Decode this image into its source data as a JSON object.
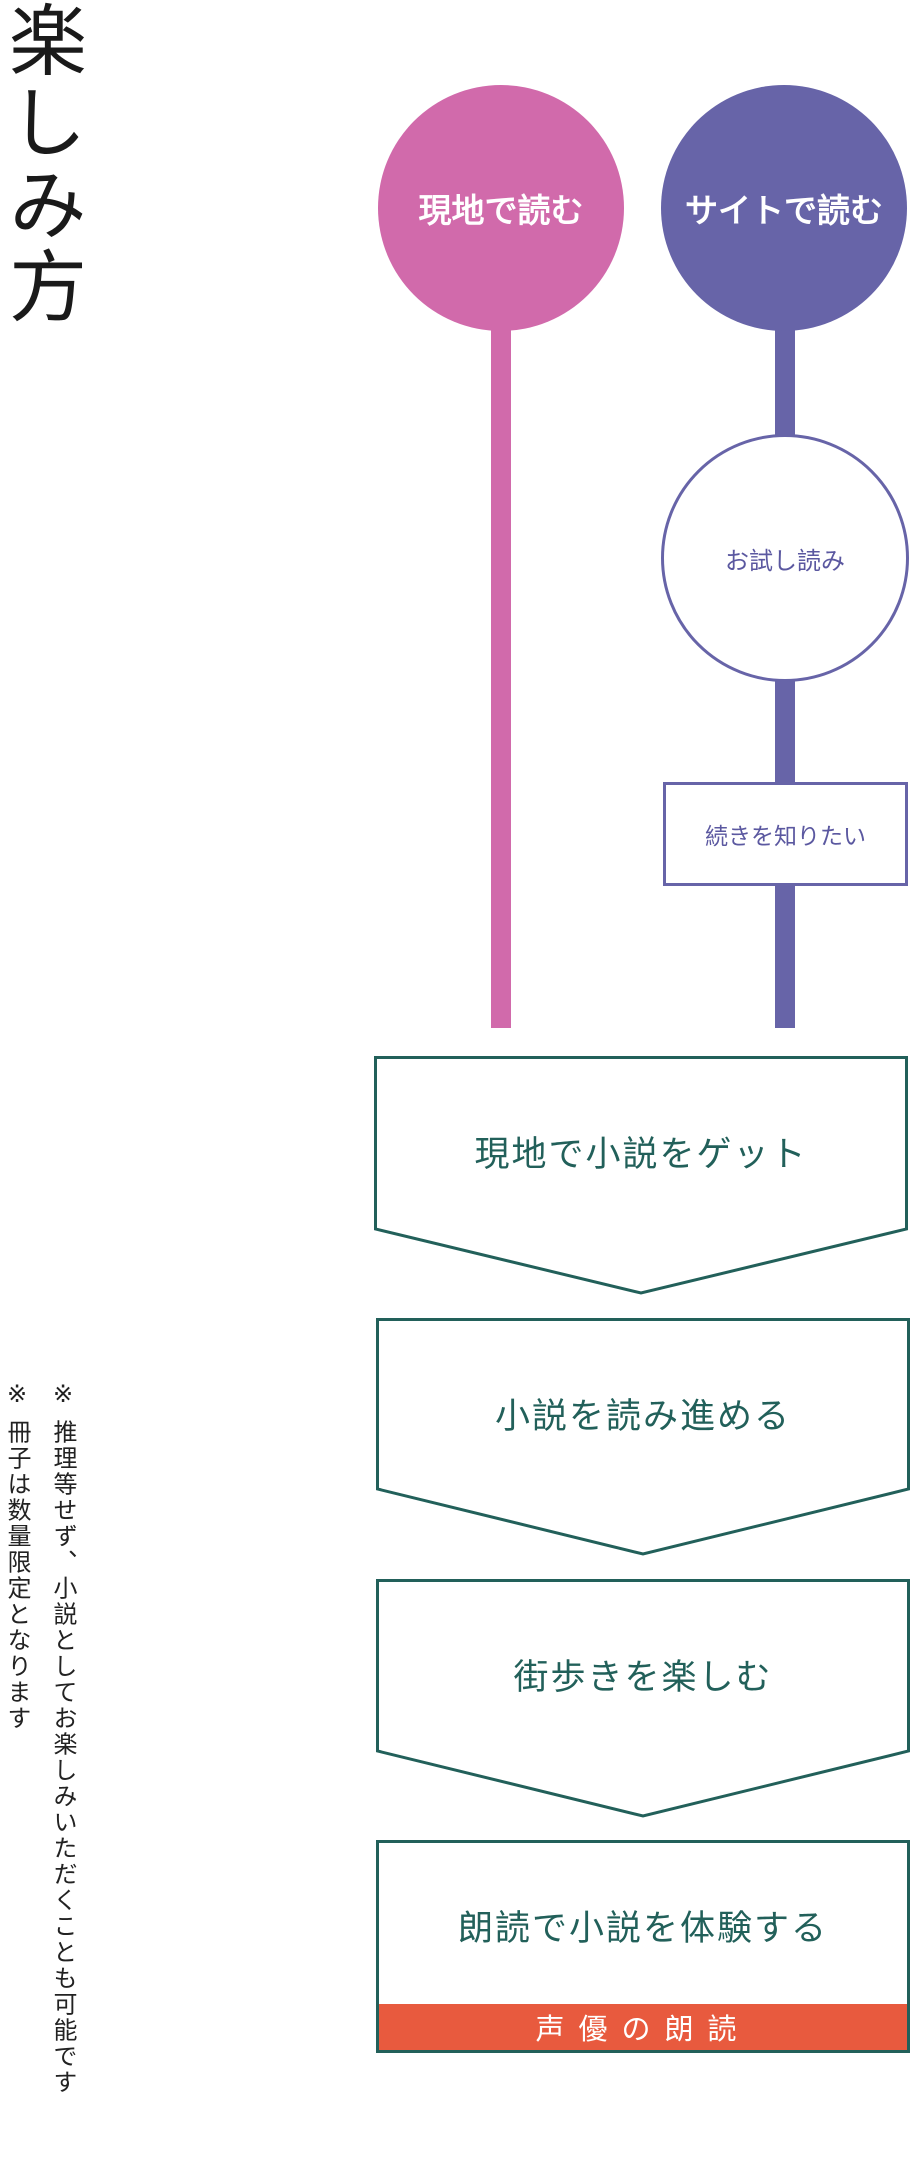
{
  "title": "楽しみ方",
  "colors": {
    "pink": "#d16aab",
    "purple": "#6764a8",
    "teal": "#22605a",
    "orange": "#e85a3e"
  },
  "paths": {
    "onsite": {
      "label": "現地で読む"
    },
    "online": {
      "label": "サイトで読む"
    }
  },
  "online_steps": {
    "trial": "お試し読み",
    "continue": "続きを知りたい"
  },
  "steps": [
    "現地で小説をゲット",
    "小説を読み進める",
    "街歩きを楽しむ",
    "朗読で小説を体験する"
  ],
  "final_badge": "声優の朗読",
  "notes": [
    "※ 推理等せず、小説としてお楽しみいただくことも可能です",
    "※ 冊子は数量限定となります"
  ]
}
